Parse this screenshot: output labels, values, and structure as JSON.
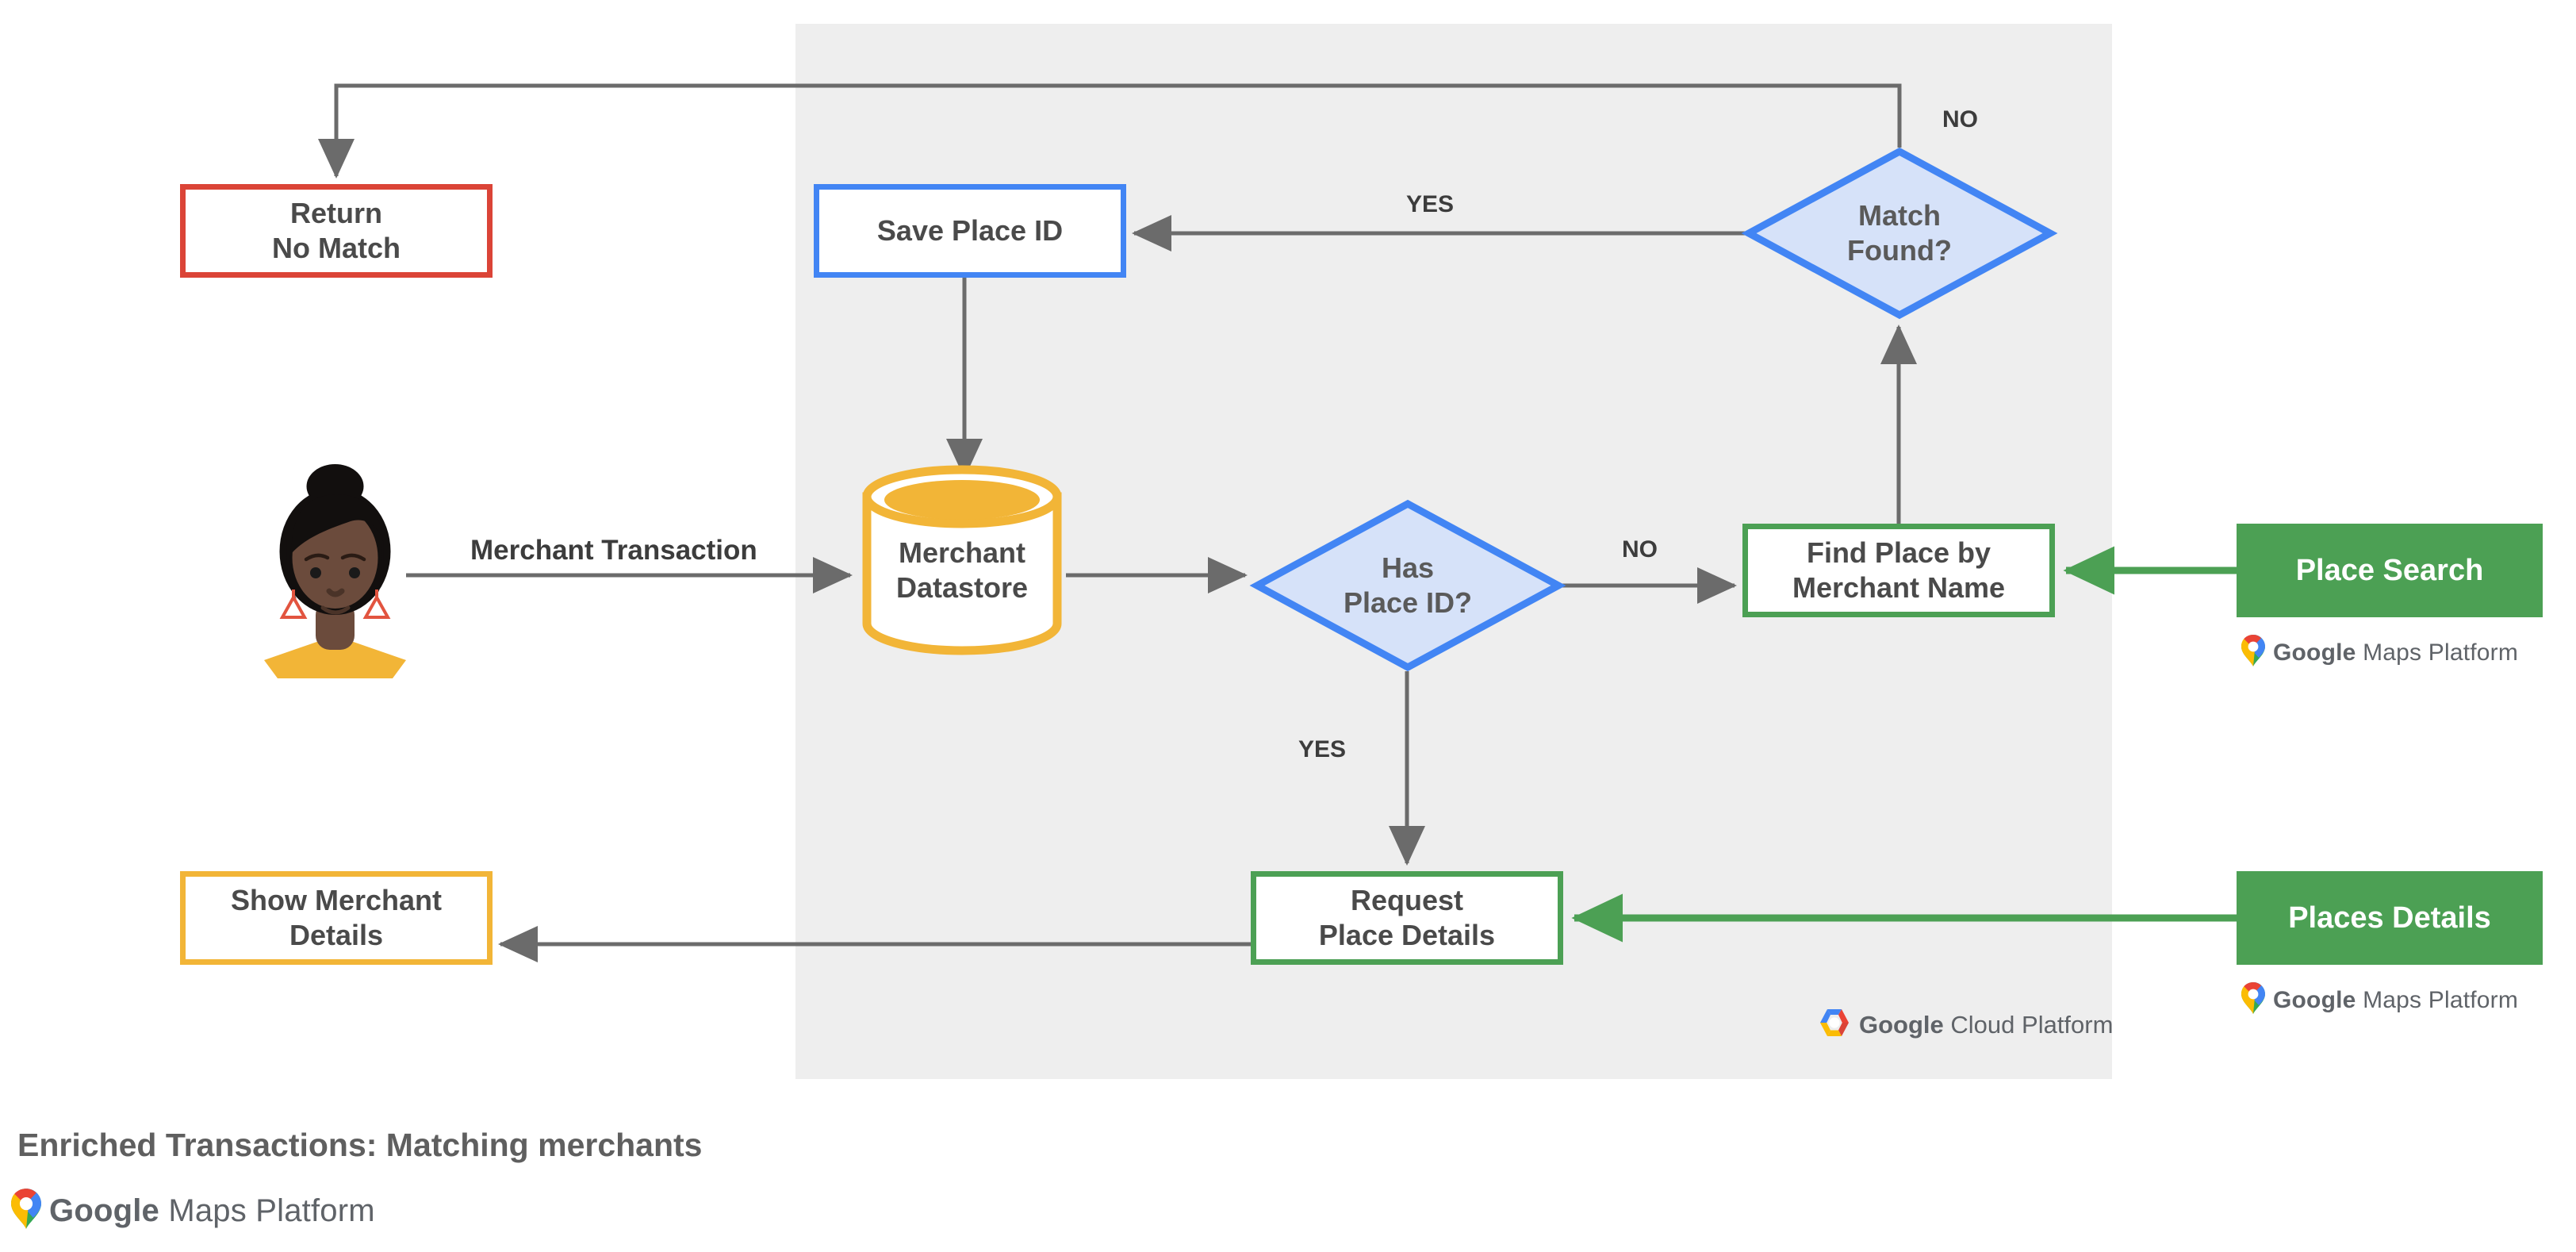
{
  "diagram": {
    "caption": "Enriched Transactions: Matching merchants",
    "platform_panel": {
      "logo_name": "google-cloud-platform-logo",
      "wordmark_bold": "Google",
      "wordmark_light": "Cloud Platform"
    },
    "actor": {
      "name": "merchant-customer-avatar",
      "alt": "Illustrated person with hair bun, red triangular earrings and yellow top"
    },
    "nodes": {
      "return_no_match": {
        "label": "Return\nNo Match",
        "border_color": "#DB4437"
      },
      "save_place_id": {
        "label": "Save Place ID",
        "border_color": "#4285F4"
      },
      "merchant_datastore": {
        "label": "Merchant\nDatastore",
        "border_color": "#F2B537"
      },
      "has_place_id": {
        "label": "Has\nPlace ID?",
        "border_color": "#4285F4",
        "fill": "#D6E2F9"
      },
      "match_found": {
        "label": "Match\nFound?",
        "border_color": "#4285F4",
        "fill": "#D6E2F9"
      },
      "find_place_by_merchant_name": {
        "label": "Find Place by\nMerchant Name",
        "border_color": "#4CA054"
      },
      "request_place_details": {
        "label": "Request\nPlace Details",
        "border_color": "#4CA054"
      },
      "show_merchant_details": {
        "label": "Show Merchant\nDetails",
        "border_color": "#F2B537"
      }
    },
    "products": [
      {
        "id": "place-search",
        "label": "Place Search",
        "fill": "#4CA054",
        "logo": {
          "name": "google-maps-platform-logo",
          "bold": "Google",
          "light": "Maps Platform"
        }
      },
      {
        "id": "places-details",
        "label": "Places Details",
        "fill": "#4CA054",
        "logo": {
          "name": "google-maps-platform-logo",
          "bold": "Google",
          "light": "Maps Platform"
        }
      }
    ],
    "edge_labels": {
      "merchant_transaction": "Merchant Transaction",
      "yes_match_found": "YES",
      "no_match_found": "NO",
      "no_has_place_id": "NO",
      "yes_has_place_id": "YES"
    },
    "footer_logo": {
      "name": "google-maps-platform-logo",
      "bold": "Google",
      "light": "Maps Platform"
    }
  }
}
